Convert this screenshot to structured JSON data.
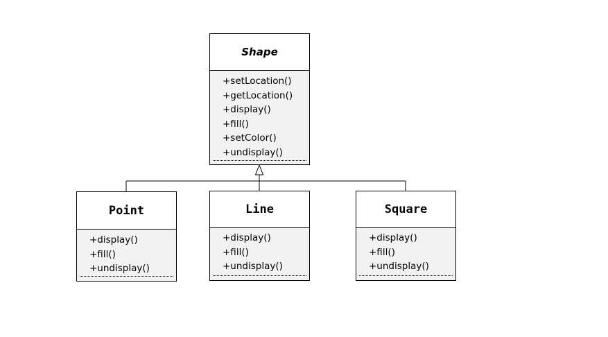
{
  "classes": {
    "shape": {
      "name": "Shape",
      "methods": [
        "+setLocation()",
        "+getLocation()",
        "+display()",
        "+fill()",
        "+setColor()",
        "+undisplay()"
      ]
    },
    "point": {
      "name": "Point",
      "methods": [
        "+display()",
        "+fill()",
        "+undisplay()"
      ]
    },
    "line": {
      "name": "Line",
      "methods": [
        "+display()",
        "+fill()",
        "+undisplay()"
      ]
    },
    "square": {
      "name": "Square",
      "methods": [
        "+display()",
        "+fill()",
        "+undisplay()"
      ]
    }
  }
}
